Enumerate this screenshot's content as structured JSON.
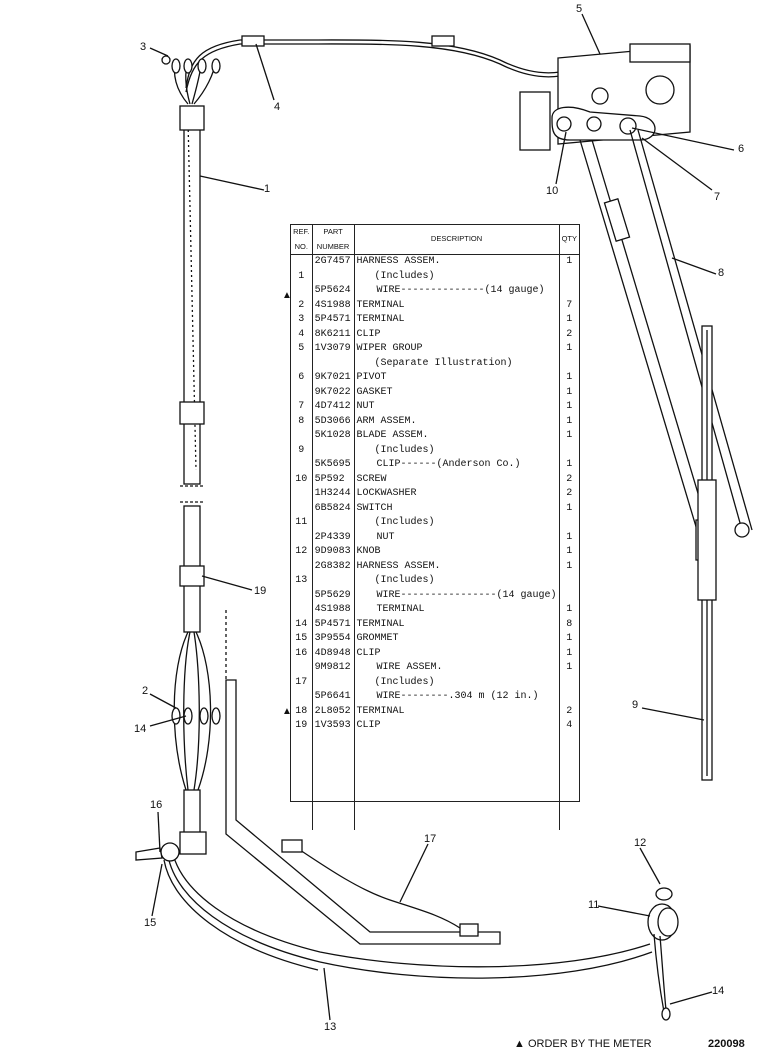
{
  "callouts": [
    "1",
    "2",
    "3",
    "4",
    "5",
    "6",
    "7",
    "8",
    "9",
    "10",
    "11",
    "12",
    "13",
    "14",
    "14",
    "15",
    "16",
    "17",
    "19"
  ],
  "parts_table": {
    "headers": {
      "ref": "REF. NO.",
      "part": "PART NUMBER",
      "desc": "DESCRIPTION",
      "qty": "QTY"
    },
    "rows": [
      {
        "ref": "",
        "part": "2G7457",
        "desc": "HARNESS ASSEM.",
        "qty": "1"
      },
      {
        "ref": "1",
        "part": "",
        "desc": "(Includes)",
        "qty": ""
      },
      {
        "ref": "",
        "part": "5P5624",
        "desc": "WIRE--------------(14 gauge)",
        "qty": ""
      },
      {
        "ref": "2",
        "part": "4S1988",
        "desc": "TERMINAL",
        "qty": "7"
      },
      {
        "ref": "3",
        "part": "5P4571",
        "desc": "TERMINAL",
        "qty": "1"
      },
      {
        "ref": "4",
        "part": "8K6211",
        "desc": "CLIP",
        "qty": "2"
      },
      {
        "ref": "5",
        "part": "1V3079",
        "desc": "WIPER GROUP",
        "qty": "1"
      },
      {
        "ref": "",
        "part": "",
        "desc": "(Separate Illustration)",
        "qty": ""
      },
      {
        "ref": "6",
        "part": "9K7021",
        "desc": "PIVOT",
        "qty": "1"
      },
      {
        "ref": "",
        "part": "9K7022",
        "desc": "GASKET",
        "qty": "1"
      },
      {
        "ref": "7",
        "part": "4D7412",
        "desc": "NUT",
        "qty": "1"
      },
      {
        "ref": "8",
        "part": "5D3066",
        "desc": "ARM ASSEM.",
        "qty": "1"
      },
      {
        "ref": "",
        "part": "5K1028",
        "desc": "BLADE ASSEM.",
        "qty": "1"
      },
      {
        "ref": "9",
        "part": "",
        "desc": "(Includes)",
        "qty": ""
      },
      {
        "ref": "",
        "part": "5K5695",
        "desc": "CLIP------(Anderson Co.)",
        "qty": "1"
      },
      {
        "ref": "10",
        "part": "5P592",
        "desc": "SCREW",
        "qty": "2"
      },
      {
        "ref": "",
        "part": "1H3244",
        "desc": "LOCKWASHER",
        "qty": "2"
      },
      {
        "ref": "",
        "part": "6B5824",
        "desc": "SWITCH",
        "qty": "1"
      },
      {
        "ref": "11",
        "part": "",
        "desc": "(Includes)",
        "qty": ""
      },
      {
        "ref": "",
        "part": "2P4339",
        "desc": "NUT",
        "qty": "1"
      },
      {
        "ref": "12",
        "part": "9D9083",
        "desc": "KNOB",
        "qty": "1"
      },
      {
        "ref": "",
        "part": "2G8382",
        "desc": "HARNESS ASSEM.",
        "qty": "1"
      },
      {
        "ref": "13",
        "part": "",
        "desc": "(Includes)",
        "qty": ""
      },
      {
        "ref": "",
        "part": "5P5629",
        "desc": "WIRE----------------(14 gauge)",
        "qty": ""
      },
      {
        "ref": "",
        "part": "4S1988",
        "desc": "TERMINAL",
        "qty": "1"
      },
      {
        "ref": "14",
        "part": "5P4571",
        "desc": "TERMINAL",
        "qty": "8"
      },
      {
        "ref": "15",
        "part": "3P9554",
        "desc": "GROMMET",
        "qty": "1"
      },
      {
        "ref": "16",
        "part": "4D8948",
        "desc": "CLIP",
        "qty": "1"
      },
      {
        "ref": "",
        "part": "9M9812",
        "desc": "WIRE ASSEM.",
        "qty": "1"
      },
      {
        "ref": "17",
        "part": "",
        "desc": "(Includes)",
        "qty": ""
      },
      {
        "ref": "",
        "part": "5P6641",
        "desc": "WIRE--------.304 m (12 in.)",
        "qty": ""
      },
      {
        "ref": "18",
        "part": "2L8052",
        "desc": "TERMINAL",
        "qty": "2"
      },
      {
        "ref": "19",
        "part": "1V3593",
        "desc": "CLIP",
        "qty": "4"
      }
    ]
  },
  "footer": {
    "note": "▲ ORDER BY THE METER",
    "figure_number": "220098"
  }
}
